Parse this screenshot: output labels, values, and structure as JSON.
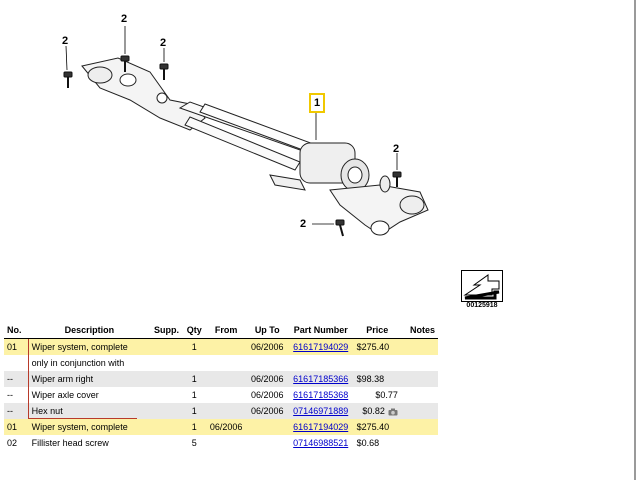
{
  "diagram": {
    "callouts": [
      "2",
      "2",
      "2",
      "2",
      "2",
      "1"
    ],
    "ref_icon": "arrow-reference-icon",
    "ref_id": "00125918"
  },
  "table": {
    "headers": {
      "no": "No.",
      "description": "Description",
      "supp": "Supp.",
      "qty": "Qty",
      "from": "From",
      "up_to": "Up To",
      "part_number": "Part Number",
      "price": "Price",
      "notes": "Notes"
    },
    "rows": [
      {
        "no": "01",
        "description": "Wiper system, complete",
        "supp": "",
        "qty": "1",
        "from": "",
        "up_to": "06/2006",
        "part_number": "61617194029",
        "price": "$275.40",
        "notes": ""
      },
      {
        "no": "",
        "description": "only in conjunction with",
        "supp": "",
        "qty": "",
        "from": "",
        "up_to": "",
        "part_number": "",
        "price": "",
        "notes": ""
      },
      {
        "no": "--",
        "description": "Wiper arm right",
        "supp": "",
        "qty": "1",
        "from": "",
        "up_to": "06/2006",
        "part_number": "61617185366",
        "price": "$98.38",
        "notes": ""
      },
      {
        "no": "--",
        "description": "Wiper axle cover",
        "supp": "",
        "qty": "1",
        "from": "",
        "up_to": "06/2006",
        "part_number": "61617185368",
        "price": "$0.77",
        "notes": ""
      },
      {
        "no": "--",
        "description": "Hex nut",
        "supp": "",
        "qty": "1",
        "from": "",
        "up_to": "06/2006",
        "part_number": "07146971889",
        "price": "$0.82",
        "notes": "camera-icon"
      },
      {
        "no": "01",
        "description": "Wiper system, complete",
        "supp": "",
        "qty": "1",
        "from": "06/2006",
        "up_to": "",
        "part_number": "61617194029",
        "price": "$275.40",
        "notes": ""
      },
      {
        "no": "02",
        "description": "Fillister head screw",
        "supp": "",
        "qty": "5",
        "from": "",
        "up_to": "",
        "part_number": "07146988521",
        "price": "$0.68",
        "notes": ""
      }
    ]
  },
  "colors": {
    "highlight_row": "#fdf2a6",
    "grey_row": "#e8e8e8",
    "link": "#0000cc",
    "callout_box": "#f0c800",
    "bracket": "#b83a2a"
  }
}
